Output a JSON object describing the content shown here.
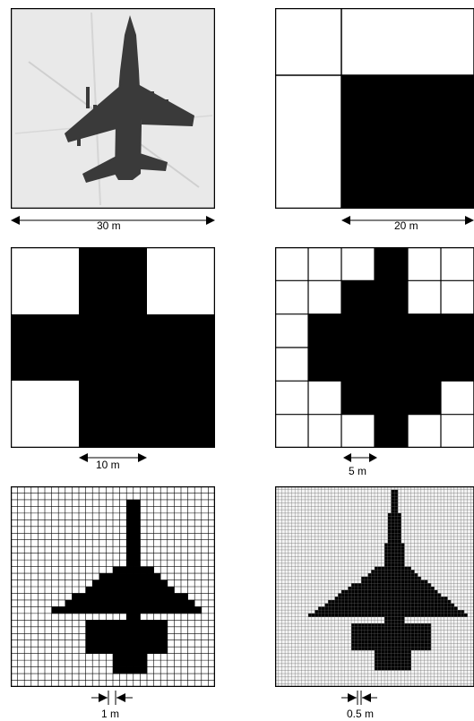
{
  "panels": [
    {
      "label": "30 m",
      "description_icon": "aircraft-photo"
    },
    {
      "label": "20 m",
      "grid": 2
    },
    {
      "label": "10 m",
      "grid": 3
    },
    {
      "label": "5 m",
      "grid": 6
    },
    {
      "label": "1 m",
      "grid": 30
    },
    {
      "label": "0.5 m",
      "grid": 60
    }
  ],
  "colors": {
    "ink": "#000000",
    "paper": "#ffffff",
    "photo_bg": "#e8e8e8"
  }
}
